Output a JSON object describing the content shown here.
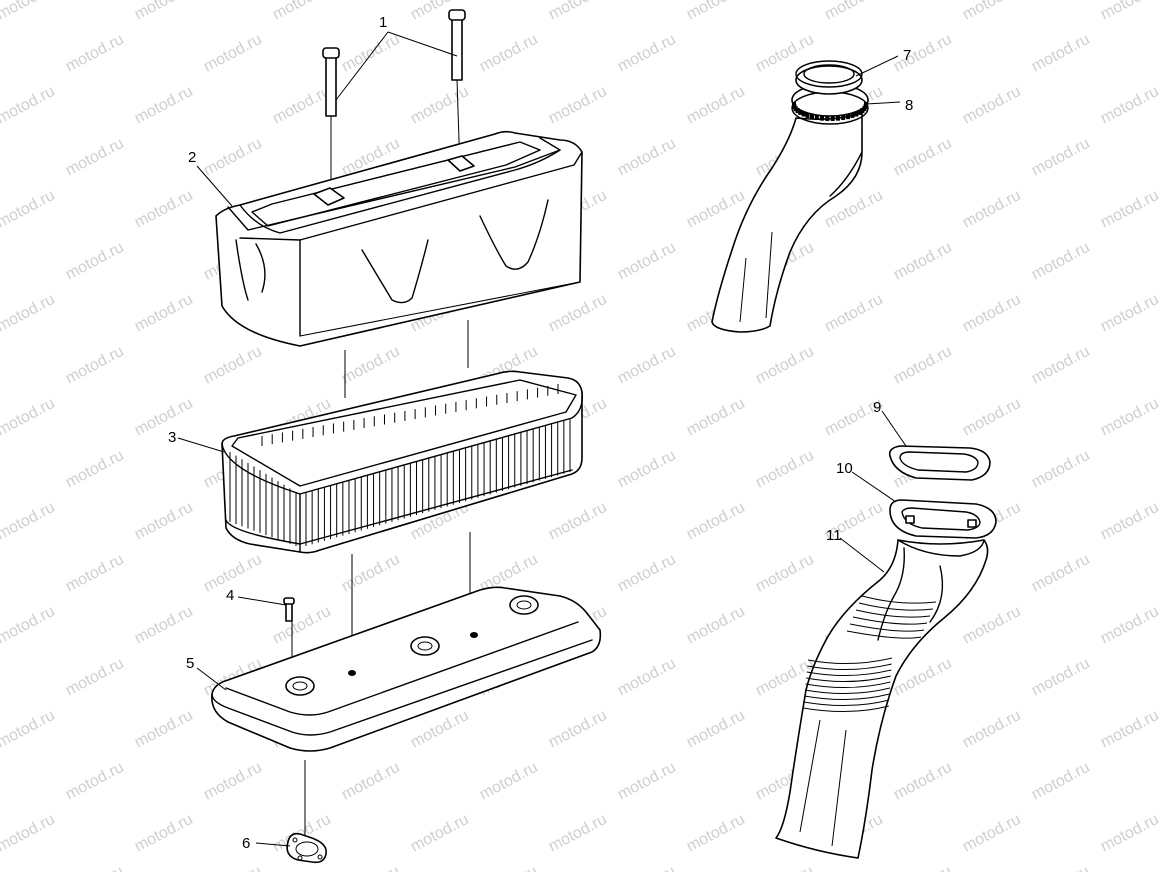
{
  "watermark": {
    "text": "motod.ru",
    "color": "#cfcfcf"
  },
  "callouts": {
    "c1": "1",
    "c2": "2",
    "c3": "3",
    "c4": "4",
    "c5": "5",
    "c6": "6",
    "c7": "7",
    "c8": "8",
    "c9": "9",
    "c10": "10",
    "c11": "11"
  }
}
